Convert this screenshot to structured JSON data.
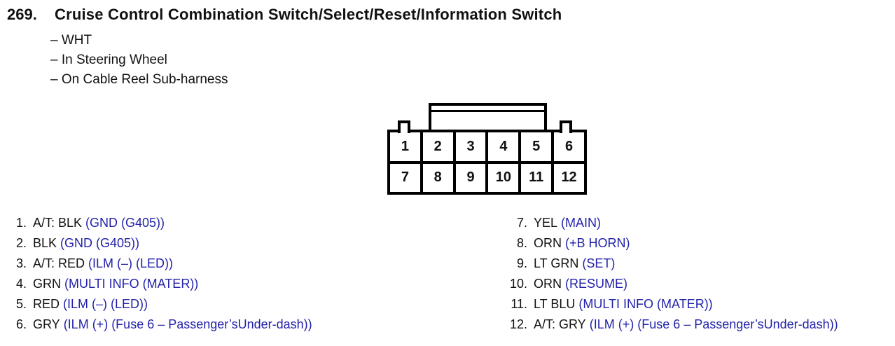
{
  "header": {
    "item_number": "269.",
    "title": "Cruise Control Combination Switch/Select/Reset/Information Switch"
  },
  "attributes": [
    "– WHT",
    "– In Steering Wheel",
    "– On Cable Reel Sub-harness"
  ],
  "connector": {
    "top_row": [
      "1",
      "2",
      "3",
      "4",
      "5",
      "6"
    ],
    "bottom_row": [
      "7",
      "8",
      "9",
      "10",
      "11",
      "12"
    ]
  },
  "pins_left": [
    {
      "num": "1.",
      "wire": "A/T: BLK",
      "signal": "(GND (G405))"
    },
    {
      "num": "2.",
      "wire": "BLK",
      "signal": "(GND (G405))"
    },
    {
      "num": "3.",
      "wire": "A/T: RED",
      "signal": "(ILM (–) (LED))"
    },
    {
      "num": "4.",
      "wire": "GRN",
      "signal": "(MULTI INFO (MATER))"
    },
    {
      "num": "5.",
      "wire": "RED",
      "signal": "(ILM (–) (LED))"
    },
    {
      "num": "6.",
      "wire": "GRY",
      "signal": "(ILM (+) (Fuse 6 – Passenger’sUnder-dash))"
    }
  ],
  "pins_right": [
    {
      "num": "7.",
      "wire": "YEL",
      "signal": "(MAIN)"
    },
    {
      "num": "8.",
      "wire": "ORN",
      "signal": "(+B HORN)"
    },
    {
      "num": "9.",
      "wire": "LT GRN",
      "signal": "(SET)"
    },
    {
      "num": "10.",
      "wire": "ORN",
      "signal": "(RESUME)"
    },
    {
      "num": "11.",
      "wire": "LT BLU",
      "signal": "(MULTI INFO (MATER))"
    },
    {
      "num": "12.",
      "wire": "A/T: GRY",
      "signal": "(ILM (+) (Fuse 6 – Passenger’sUnder-dash))"
    }
  ],
  "colors": {
    "signal_blue": "#2222aa",
    "text_black": "#111111",
    "background": "#ffffff",
    "diagram_line": "#000000"
  }
}
